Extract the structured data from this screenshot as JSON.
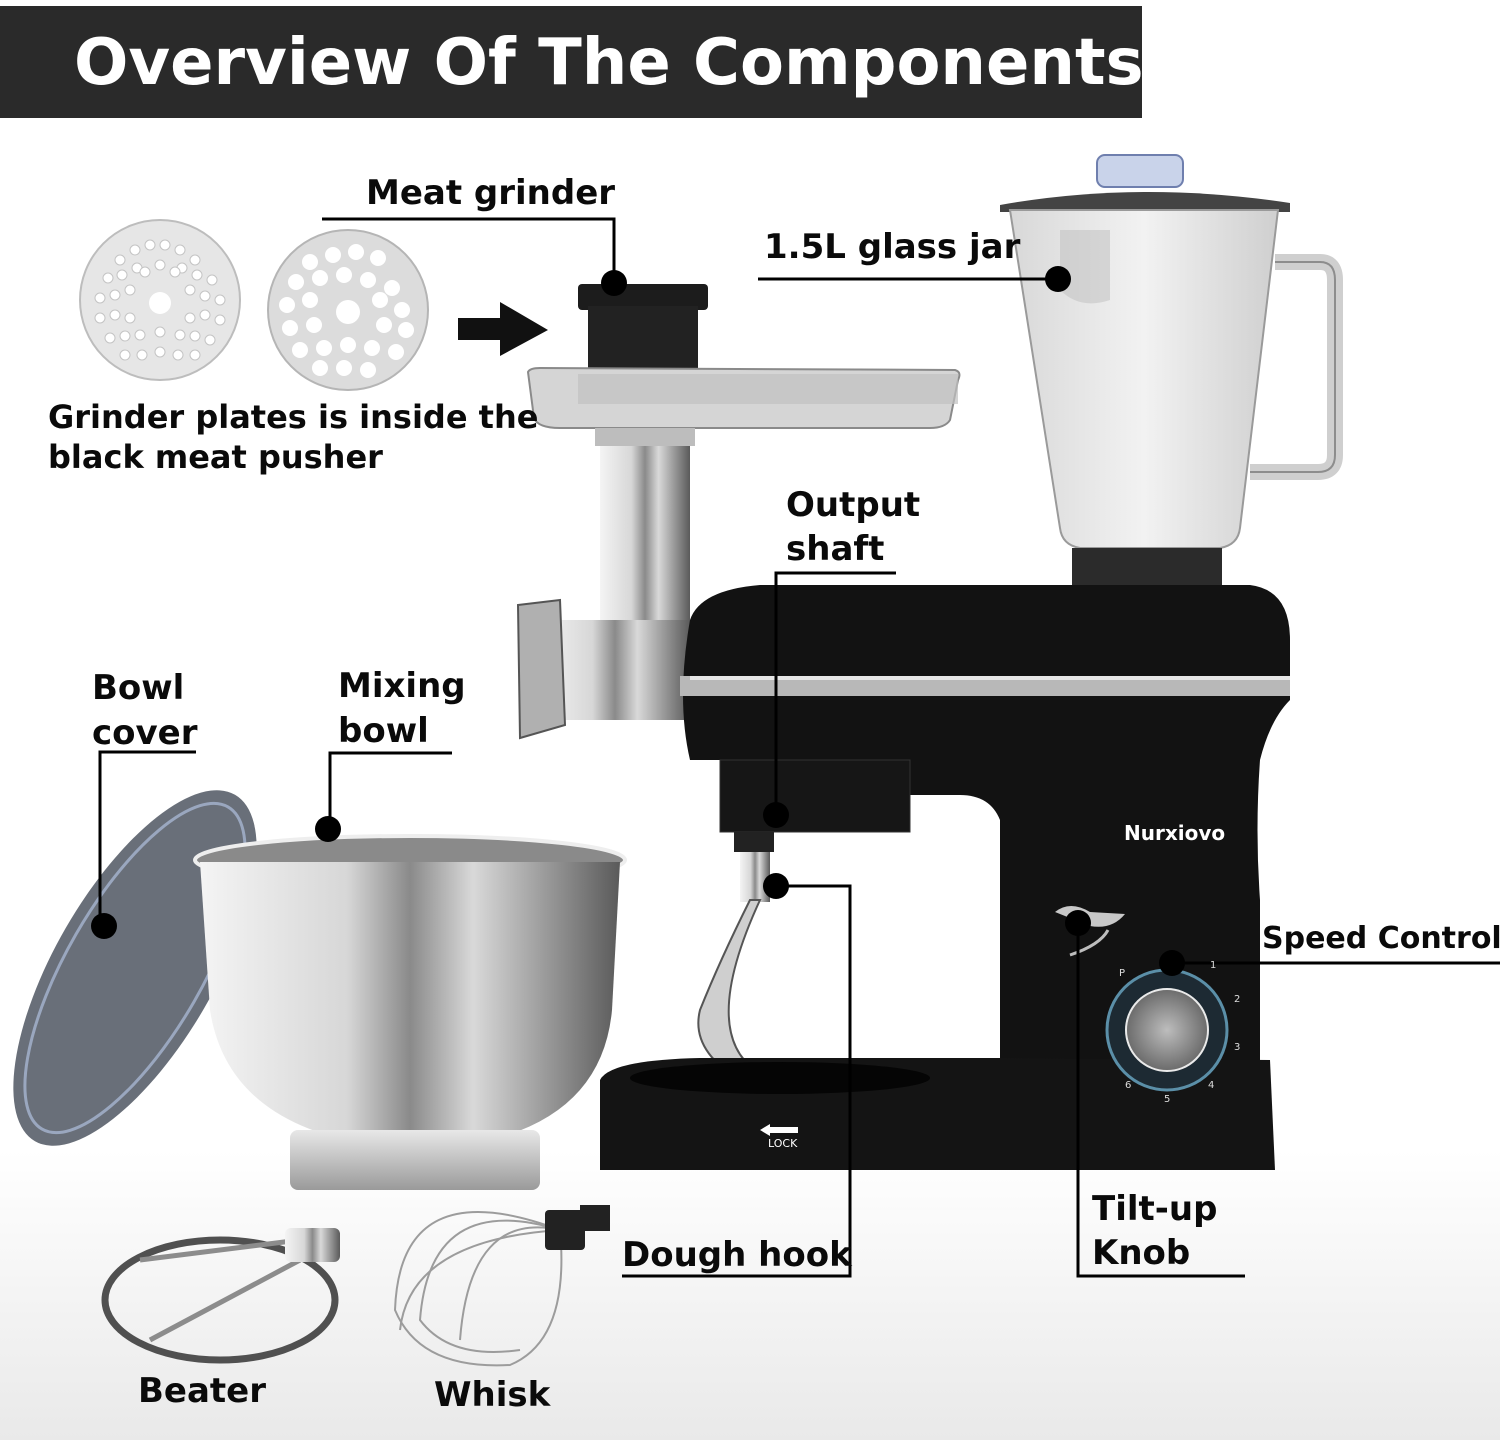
{
  "header": {
    "title": "Overview Of The Components",
    "background_color": "#2a2a2a",
    "text_color": "#ffffff"
  },
  "product": {
    "brand": "Nurxiovo",
    "base_marking": "LOCK",
    "speed_dial_markings": [
      "P",
      "1",
      "2",
      "3",
      "4",
      "5",
      "6"
    ]
  },
  "callouts": {
    "meat_grinder": "Meat grinder",
    "grinder_plates_note_line1": "Grinder plates is inside the",
    "grinder_plates_note_line2": "black meat pusher",
    "glass_jar": "1.5L glass jar",
    "output_shaft_line1": "Output",
    "output_shaft_line2": "shaft",
    "bowl_cover_line1": "Bowl",
    "bowl_cover_line2": "cover",
    "mixing_bowl_line1": "Mixing",
    "mixing_bowl_line2": "bowl",
    "speed_control": "Speed Control",
    "dough_hook": "Dough hook",
    "tilt_up_knob_line1": "Tilt-up",
    "tilt_up_knob_line2": "Knob",
    "beater": "Beater",
    "whisk": "Whisk"
  },
  "colors": {
    "leader_line": "#000000",
    "mixer_body": "#111111",
    "stainless": "#c8c8c8",
    "dial_ring": "#5b8fa8"
  }
}
